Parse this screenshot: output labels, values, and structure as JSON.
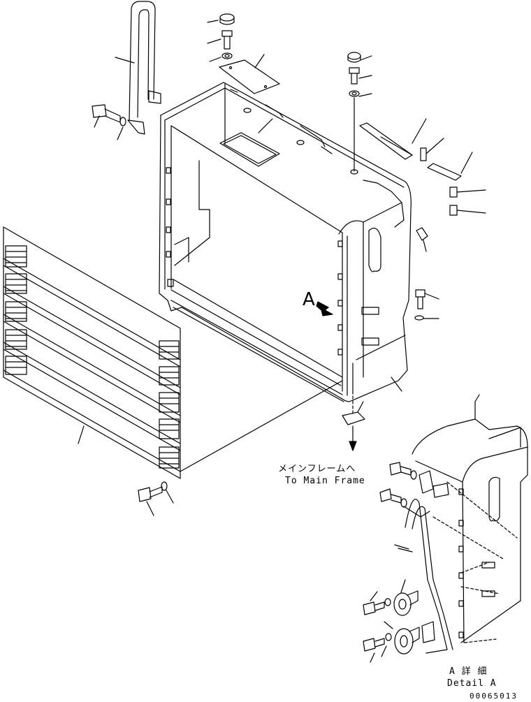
{
  "labels": {
    "view_marker": "A",
    "main_frame_jp": "メインフレームへ",
    "main_frame_en": "To Main Frame",
    "detail_jp": "A 詳 細",
    "detail_en": "Detail A",
    "drawing_number": "00065013"
  },
  "colors": {
    "line": "#000000",
    "background": "#ffffff"
  }
}
